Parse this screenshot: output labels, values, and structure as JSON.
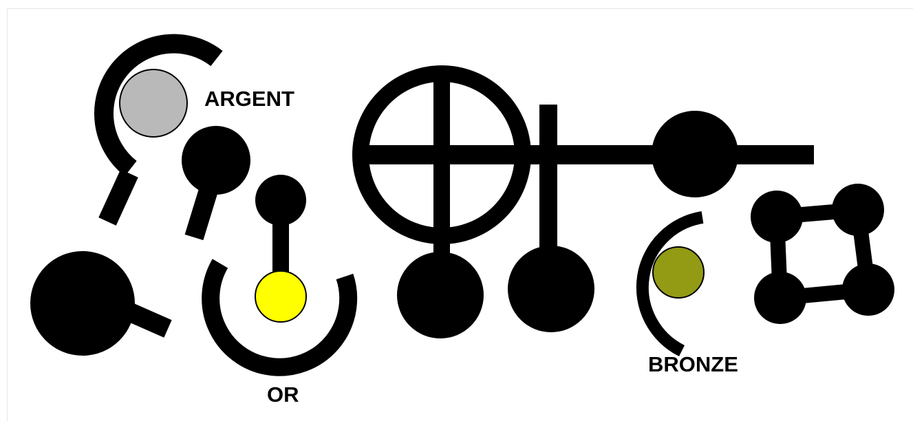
{
  "labels": {
    "argent": "ARGENT",
    "or": "OR",
    "bronze": "BRONZE"
  },
  "colors": {
    "ink": "#000000",
    "background": "#ffffff",
    "argent": "#b9b9b9",
    "or": "#ffff00",
    "bronze": "#939a14"
  },
  "symbols": [
    "argent-symbol",
    "or-symbol",
    "bronze-symbol",
    "cross-circle-glyph",
    "square-linked-circles-glyph"
  ]
}
